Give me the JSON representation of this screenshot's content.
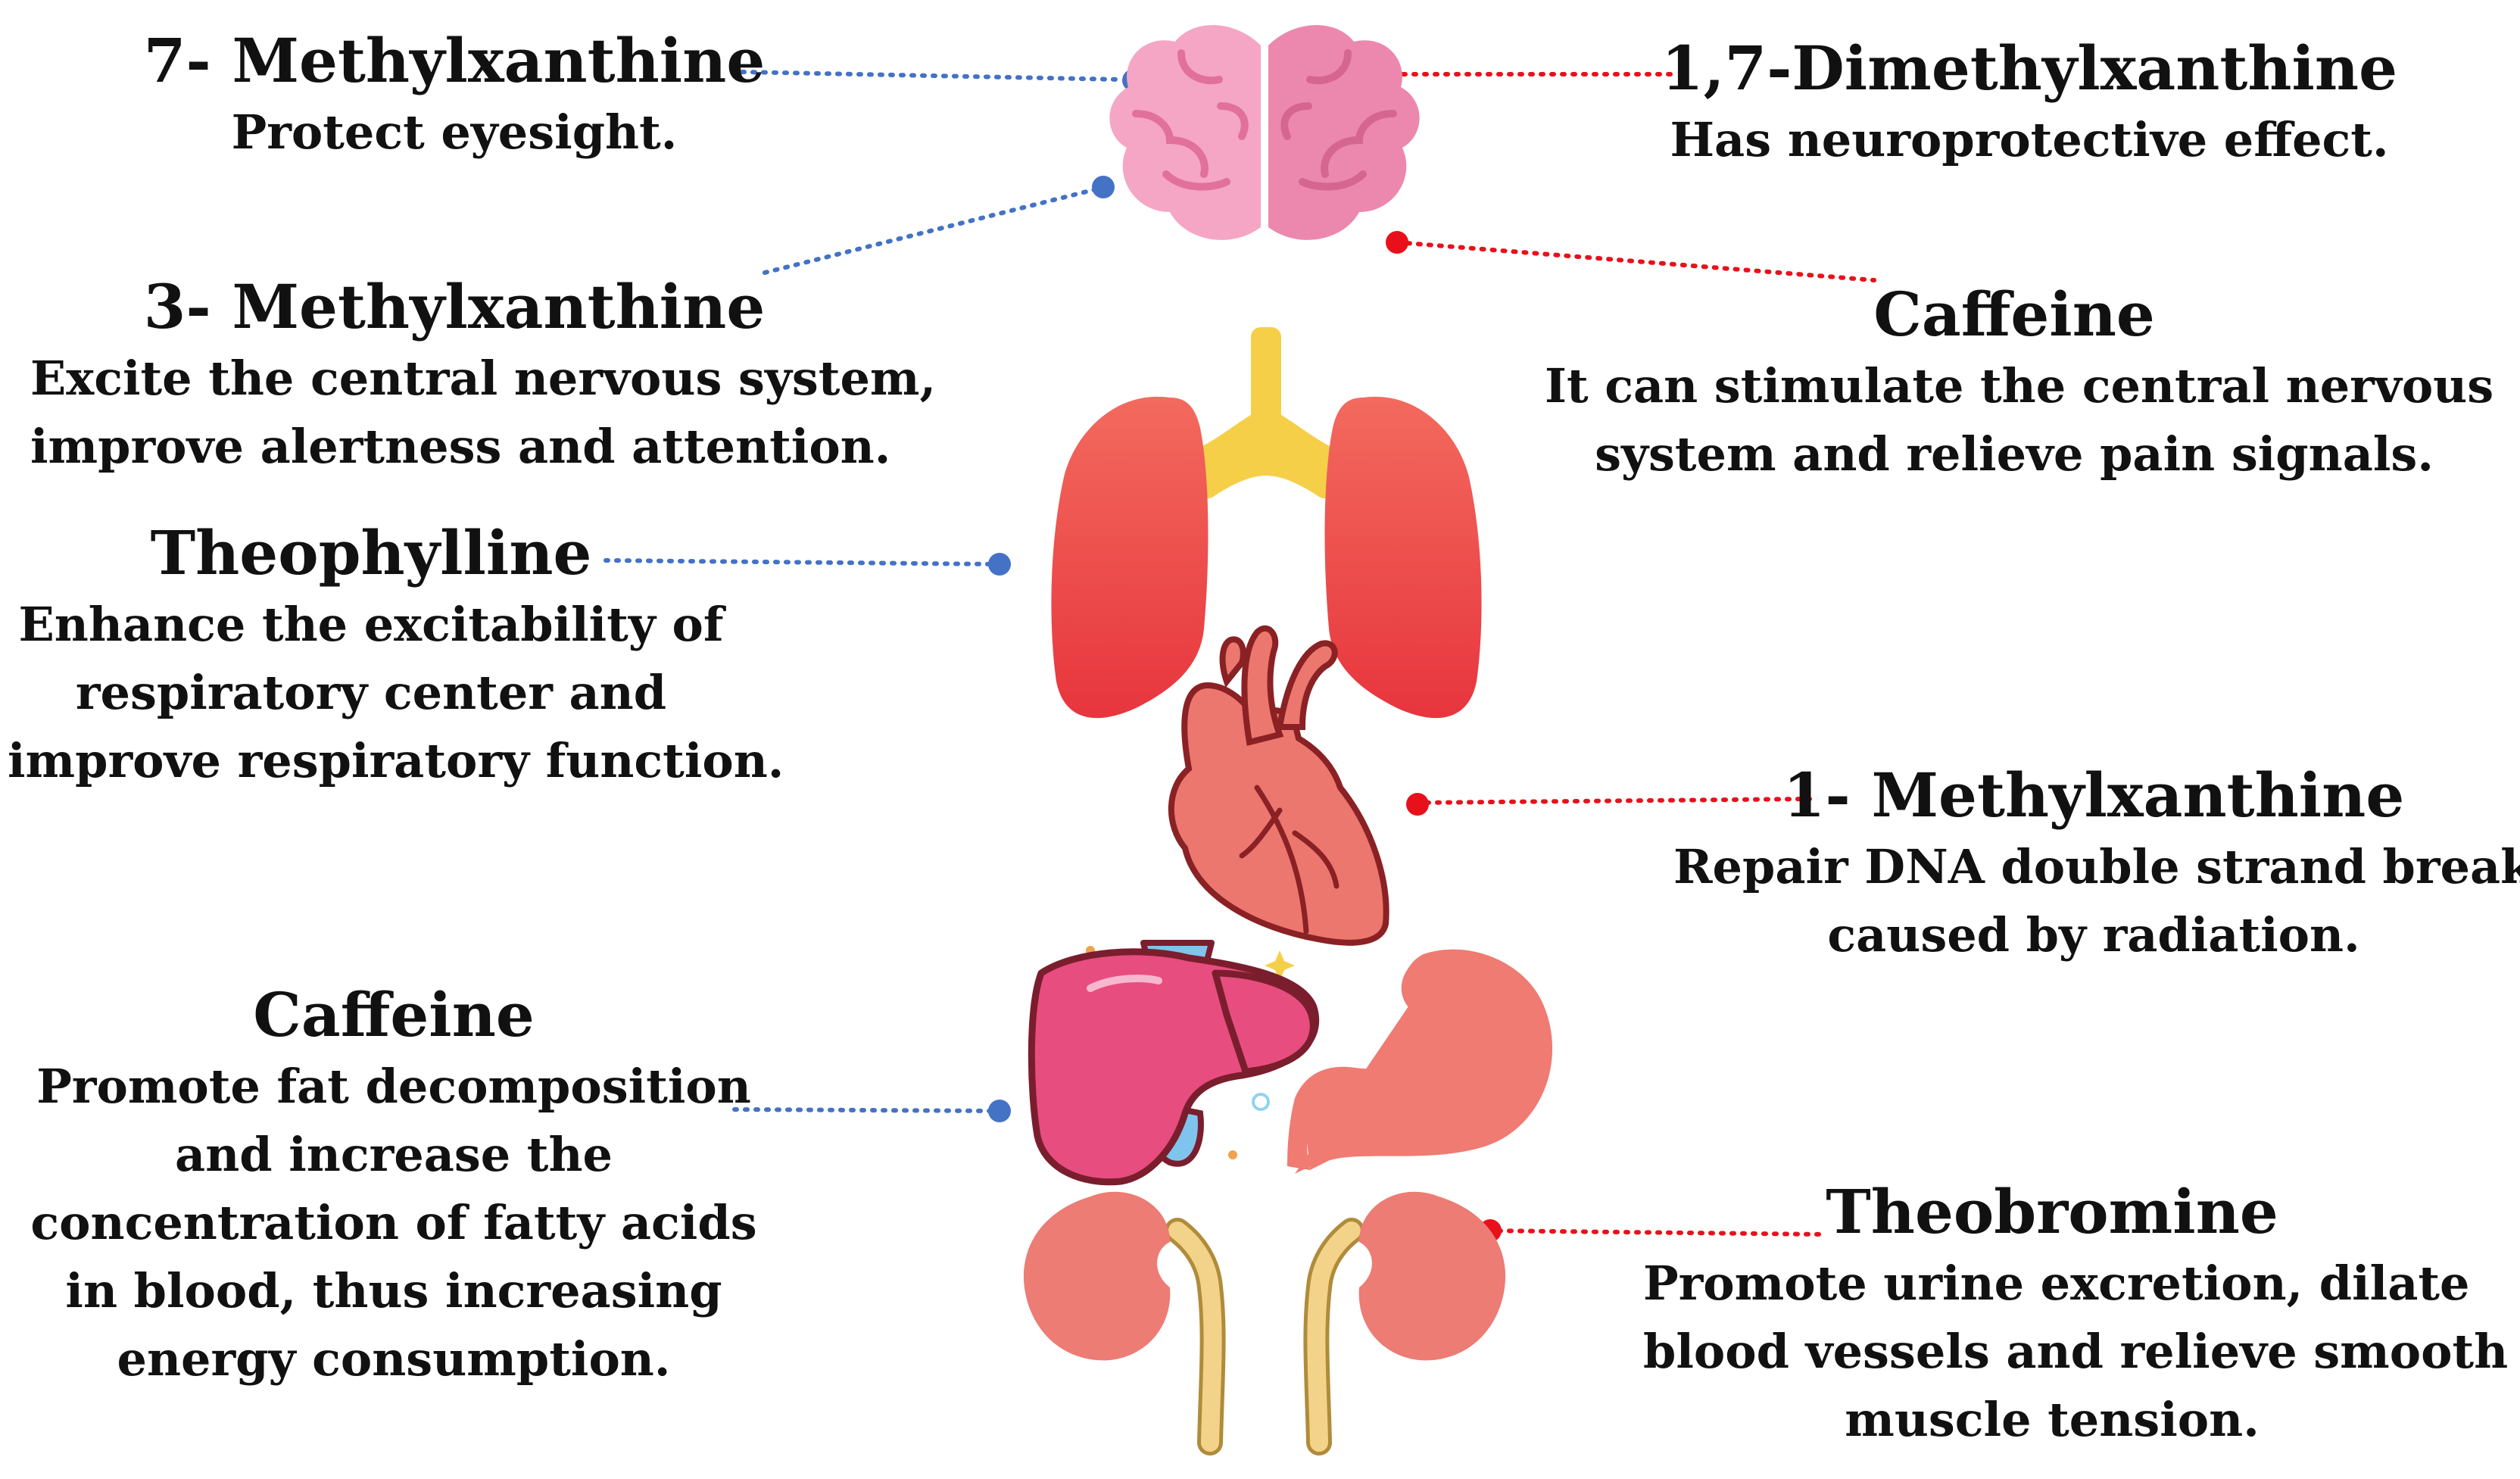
{
  "callouts": [
    {
      "id": "methyl7",
      "title": "7- Methylxanthine",
      "desc": [
        "Protect eyesight."
      ],
      "color": "#4472c4"
    },
    {
      "id": "dimethyl",
      "title": "1,7-Dimethylxanthine",
      "desc": [
        "Has neuroprotective effect."
      ],
      "color": "#e8111b"
    },
    {
      "id": "methyl3",
      "title": "3- Methylxanthine",
      "desc": [
        "Excite the central nervous system,",
        "improve alertness and attention."
      ],
      "color": "#4472c4"
    },
    {
      "id": "caffeine1",
      "title": "Caffeine",
      "desc": [
        "It can stimulate the central nervous",
        "system and relieve pain signals."
      ],
      "color": "#e8111b"
    },
    {
      "id": "theophylline",
      "title": "Theophylline",
      "desc": [
        "Enhance the excitability of",
        "respiratory center and",
        "improve respiratory function."
      ],
      "color": "#4472c4"
    },
    {
      "id": "methyl1",
      "title": "1- Methylxanthine",
      "desc": [
        "Repair DNA double strand breaks",
        "caused by radiation."
      ],
      "color": "#e8111b"
    },
    {
      "id": "caffeine2",
      "title": "Caffeine",
      "desc": [
        "Promote fat decomposition",
        "and increase the",
        "concentration of fatty acids",
        "in blood, thus increasing",
        "energy consumption."
      ],
      "color": "#4472c4"
    },
    {
      "id": "theobromine",
      "title": "Theobromine",
      "desc": [
        "Promote urine excretion, dilate",
        "blood vessels and relieve smooth",
        "muscle tension."
      ],
      "color": "#e8111b"
    }
  ],
  "organs": [
    "brain",
    "lungs",
    "heart",
    "liver",
    "stomach",
    "kidneys"
  ],
  "colors": {
    "blue_connector": "#4472c4",
    "red_connector": "#e8111b",
    "brain": "#f4a6c4",
    "lungs": "#ef4f4f",
    "trachea": "#f6cf49",
    "heart": "#ec776e",
    "liver": "#e84d7f",
    "stomach": "#ef7b72",
    "kidney": "#ec7c74"
  }
}
